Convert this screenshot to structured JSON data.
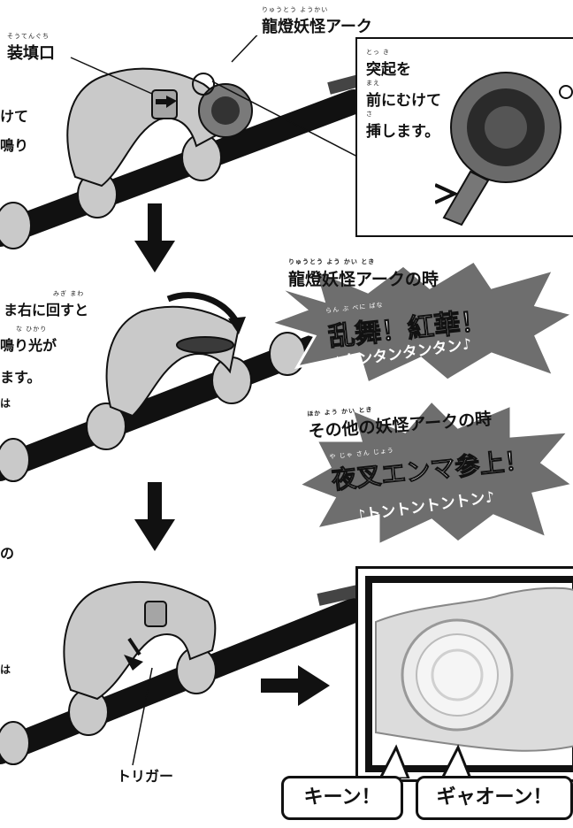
{
  "labels": {
    "loading_port": {
      "text": "装填口",
      "ruby": "そうてんぐち"
    },
    "ryuto_arc": {
      "text": "龍燈妖怪アーク",
      "ruby": "りゅうとう ようかい"
    },
    "trigger": "トリガー"
  },
  "instruction_box": {
    "line1": "突起を",
    "ruby1": "とっ き",
    "line2": "前にむけて",
    "ruby2": "まえ",
    "line3": "挿します。",
    "ruby3": "さ"
  },
  "left_text": {
    "s1_line1": "けて",
    "s1_line2": "鳴り",
    "s2_line1": "ま右に回すと",
    "s2_ruby1": "みぎ まわ",
    "s2_line2": "鳴り光が",
    "s2_ruby2": "な ひかり",
    "s2_line3": "ます。",
    "s2_line4": "は",
    "s3_line1": "の",
    "s3_line2": "は"
  },
  "bubble1": {
    "title": "龍燈妖怪アークの時",
    "title_ruby": "りゅうとう よう かい          とき",
    "main": "乱舞！紅華！",
    "main_ruby": "らん ぶ      べに ばな",
    "sub": "♪タンタンタンタン♪"
  },
  "bubble2": {
    "title": "その他の妖怪アークの時",
    "title_ruby": "ほか    よう かい          とき",
    "main": "夜叉エンマ参上！",
    "main_ruby": "や じゃ        さん じょう",
    "sub": "♪トントントントン♪"
  },
  "sound_effects": [
    "キーン！",
    "ギャオーン！"
  ],
  "colors": {
    "ink": "#111111",
    "gray": "#c9c9c9",
    "bubble": "#6e6e6e",
    "white": "#ffffff"
  }
}
